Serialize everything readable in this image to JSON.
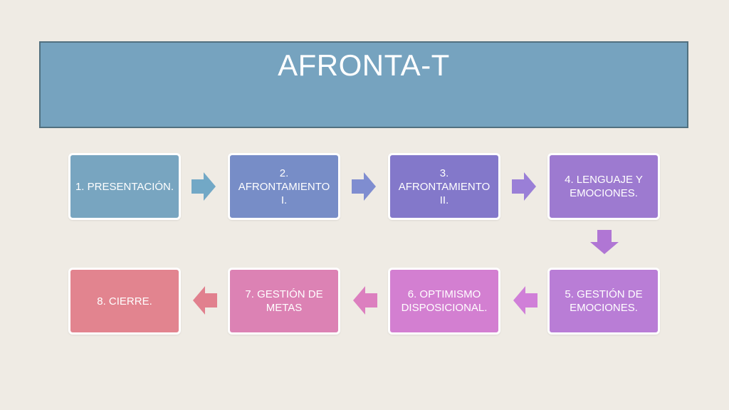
{
  "title": "AFRONTA-T",
  "colors": {
    "background": "#efebe4",
    "banner": "#76a3bf",
    "banner_border": "#51707f",
    "step1": "#78a5c0",
    "step2": "#778dc7",
    "step3": "#8378ca",
    "step4": "#9d7ad0",
    "step5": "#b97dd6",
    "step6": "#d37fd1",
    "step7": "#dc82b4",
    "step8": "#e2848f",
    "arrow1": "#72a8c6",
    "arrow2": "#7f8dd0",
    "arrow3": "#9a7fd7",
    "arrow_down": "#b076d4",
    "arrow5": "#d07fd8",
    "arrow6": "#dc7fbf",
    "arrow7": "#e1808e"
  },
  "steps": [
    {
      "label": "1. PRESENTACIÓN."
    },
    {
      "label": "2. AFRONTAMIENTO I."
    },
    {
      "label": "3. AFRONTAMIENTO II."
    },
    {
      "label": "4. LENGUAJE Y EMOCIONES."
    },
    {
      "label": "5. GESTIÓN DE EMOCIONES."
    },
    {
      "label": "6. OPTIMISMO DISPOSICIONAL."
    },
    {
      "label": "7. GESTIÓN DE METAS"
    },
    {
      "label": "8. CIERRE."
    }
  ],
  "arrow_icons": [
    "arrow-right-icon",
    "arrow-down-icon",
    "arrow-left-icon"
  ]
}
